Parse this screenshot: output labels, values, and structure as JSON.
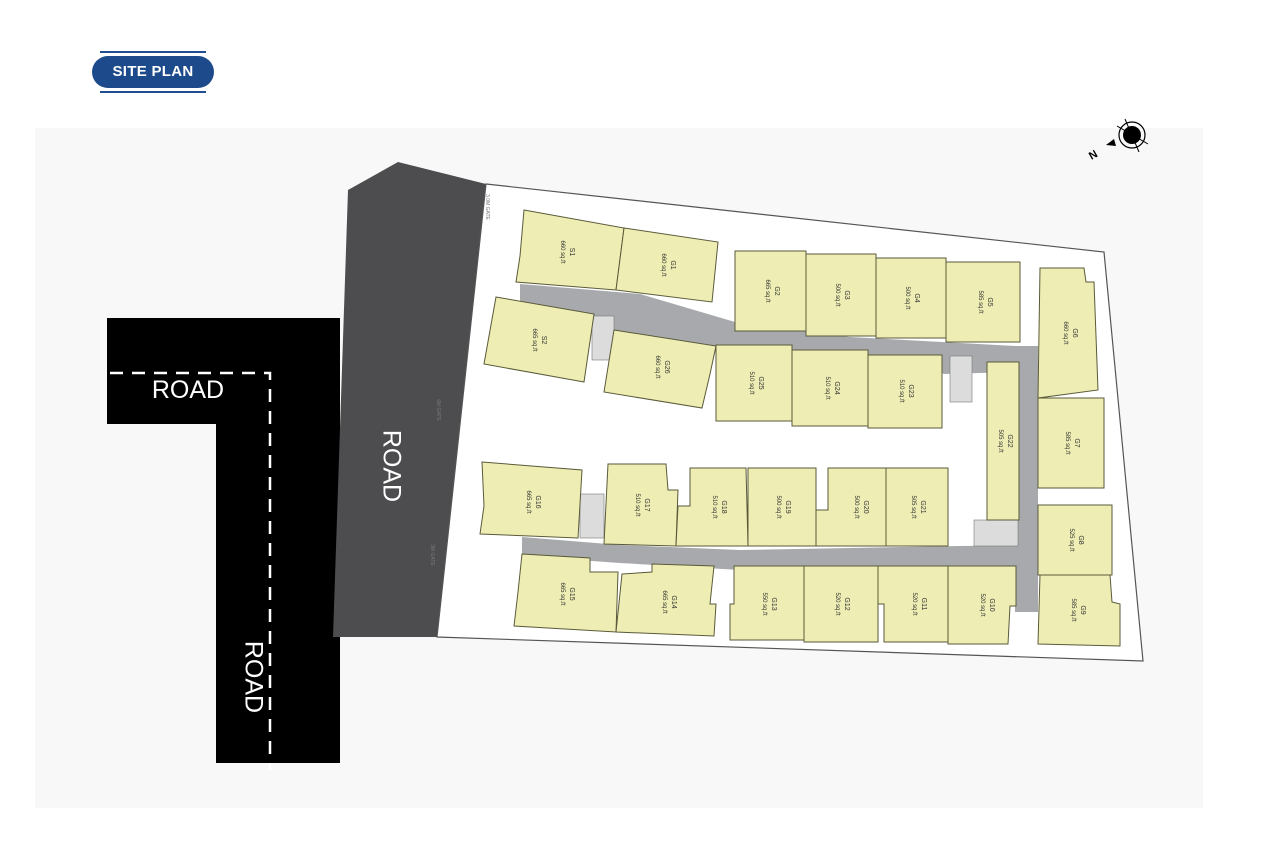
{
  "title": "SITE PLAN",
  "compass": {
    "label": "N"
  },
  "roads": {
    "main_label": "ROAD",
    "side_horizontal_label": "ROAD",
    "side_vertical_label": "ROAD"
  },
  "gates": {
    "top": "3.0M GATE",
    "middle": "6M GATE",
    "bottom": "3M GATE"
  },
  "units": [
    {
      "id": "S1",
      "area": "660 sq.ft"
    },
    {
      "id": "G1",
      "area": "660 sq.ft"
    },
    {
      "id": "S2",
      "area": "665 sq.ft"
    },
    {
      "id": "G26",
      "area": "660 sq.ft"
    },
    {
      "id": "G2",
      "area": "665 sq.ft"
    },
    {
      "id": "G3",
      "area": "500 sq.ft"
    },
    {
      "id": "G4",
      "area": "500 sq.ft"
    },
    {
      "id": "G5",
      "area": "585 sq.ft"
    },
    {
      "id": "G25",
      "area": "510 sq.ft"
    },
    {
      "id": "G24",
      "area": "510 sq.ft"
    },
    {
      "id": "G23",
      "area": "510 sq.ft"
    },
    {
      "id": "G6",
      "area": "660 sq.ft"
    },
    {
      "id": "G7",
      "area": "585 sq.ft"
    },
    {
      "id": "G22",
      "area": "505 sq.ft"
    },
    {
      "id": "G16",
      "area": "665 sq.ft"
    },
    {
      "id": "G17",
      "area": "510 sq.ft"
    },
    {
      "id": "G18",
      "area": "510 sq.ft"
    },
    {
      "id": "G19",
      "area": "500 sq.ft"
    },
    {
      "id": "G20",
      "area": "500 sq.ft"
    },
    {
      "id": "G21",
      "area": "505 sq.ft"
    },
    {
      "id": "G8",
      "area": "525 sq.ft"
    },
    {
      "id": "G15",
      "area": "665 sq.ft"
    },
    {
      "id": "G14",
      "area": "665 sq.ft"
    },
    {
      "id": "G13",
      "area": "550 sq.ft"
    },
    {
      "id": "G12",
      "area": "520 sq.ft"
    },
    {
      "id": "G11",
      "area": "520 sq.ft"
    },
    {
      "id": "G10",
      "area": "520 sq.ft"
    },
    {
      "id": "G9",
      "area": "585 sq.ft"
    }
  ],
  "colors": {
    "unit_fill": "#eeeeb4",
    "unit_stroke": "#5a5a3a",
    "corridor": "#a7a9ac",
    "main_road": "#4d4d4f",
    "side_road": "#000000",
    "badge": "#1c4a8a"
  }
}
